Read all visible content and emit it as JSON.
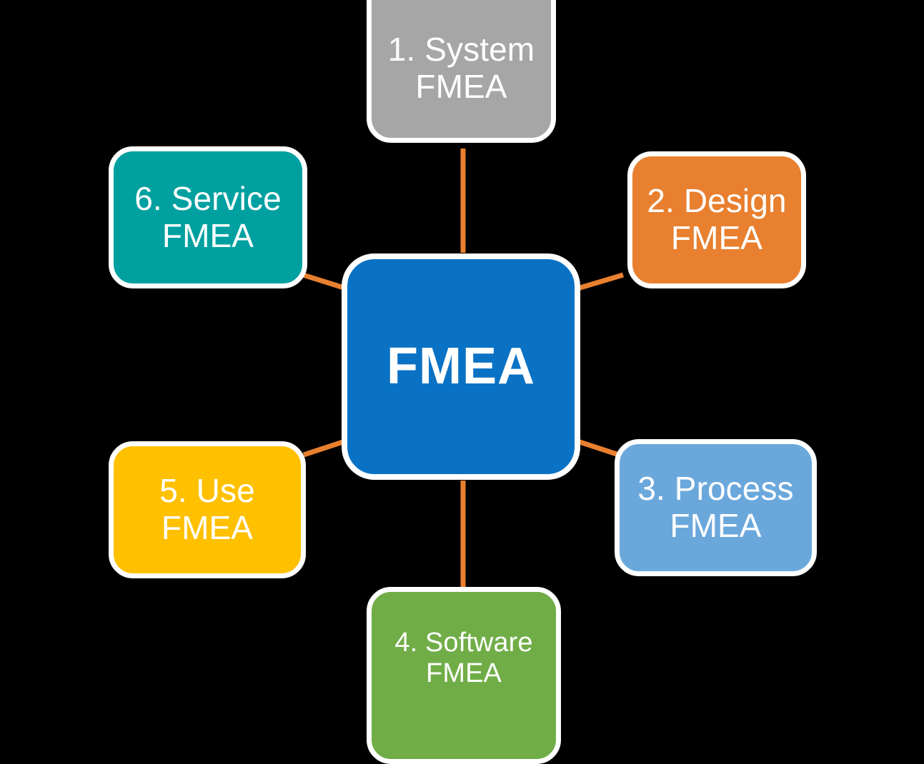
{
  "diagram": {
    "title": "FMEA",
    "background_color": "#000000",
    "connector_color": "#E8802F",
    "node_border_color": "#FFFFFF",
    "center": {
      "label": "FMEA",
      "color": "#0A72C4"
    },
    "nodes": [
      {
        "id": "system",
        "label": "1. System\nFMEA",
        "number": "1",
        "name": "System",
        "color": "#A6A6A6",
        "position": "top"
      },
      {
        "id": "design",
        "label": "2. Design\nFMEA",
        "number": "2",
        "name": "Design",
        "color": "#E8802F",
        "position": "top-right"
      },
      {
        "id": "process",
        "label": "3. Process\nFMEA",
        "number": "3",
        "name": "Process",
        "color": "#6AA8DC",
        "position": "bottom-right"
      },
      {
        "id": "software",
        "label": "4. Software\nFMEA",
        "number": "4",
        "name": "Software",
        "color": "#70AD47",
        "position": "bottom"
      },
      {
        "id": "use",
        "label": "5. Use\nFMEA",
        "number": "5",
        "name": "Use",
        "color": "#FFC000",
        "position": "bottom-left"
      },
      {
        "id": "service",
        "label": "6. Service\nFMEA",
        "number": "6",
        "name": "Service",
        "color": "#00A0A0",
        "position": "top-left"
      }
    ],
    "connectors": [
      {
        "from": "center",
        "to": "system",
        "kind": "line-vertical"
      },
      {
        "from": "center",
        "to": "design",
        "kind": "line-diagonal"
      },
      {
        "from": "center",
        "to": "process",
        "kind": "line-diagonal"
      },
      {
        "from": "center",
        "to": "software",
        "kind": "line-vertical"
      },
      {
        "from": "center",
        "to": "use",
        "kind": "line-diagonal"
      },
      {
        "from": "center",
        "to": "service",
        "kind": "line-diagonal"
      }
    ]
  }
}
